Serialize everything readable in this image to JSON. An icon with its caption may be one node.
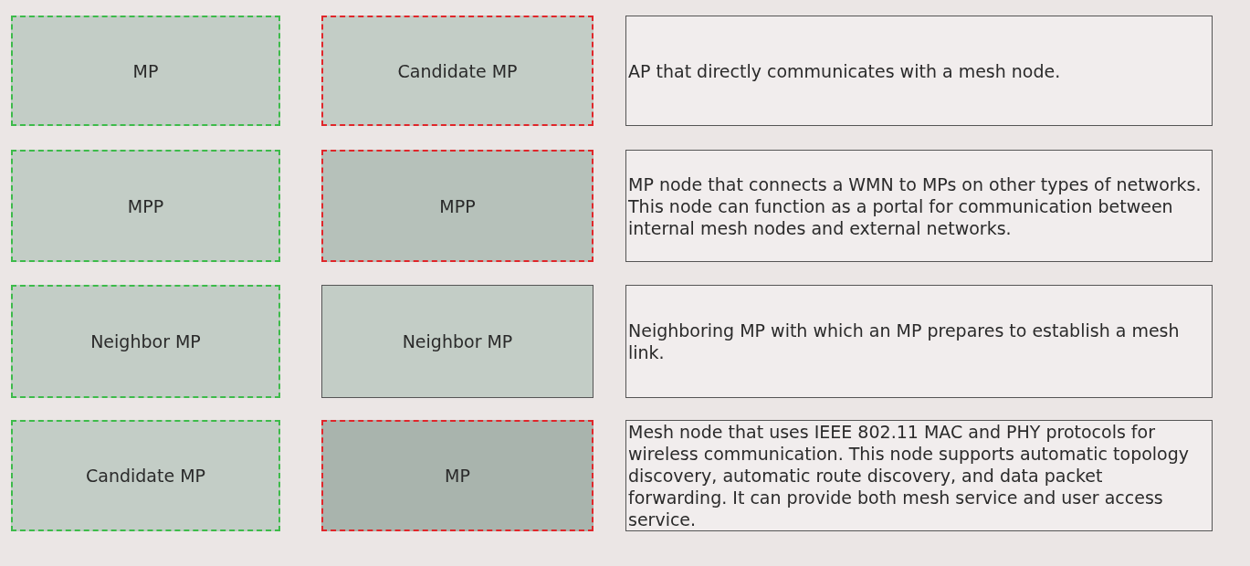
{
  "diagram": {
    "nodes": [
      {
        "text": [
          "MP"
        ]
      },
      {
        "text": [
          "Candidate MP"
        ]
      },
      {
        "text": [
          "AP that directly communicates with a mesh node."
        ]
      },
      {
        "text": [
          "MPP"
        ]
      },
      {
        "text": [
          "MPP"
        ]
      },
      {
        "text": [
          "MP node that connects a WMN to MPs on other types of networks. This node can function as a portal for communication between internal mesh nodes and external networks."
        ]
      },
      {
        "text": [
          "Neighbor MP"
        ]
      },
      {
        "text": [
          "Neighbor MP"
        ]
      },
      {
        "text": [
          "Neighboring MP with which an MP prepares to establish a mesh link."
        ]
      },
      {
        "text": [
          "Candidate MP"
        ]
      },
      {
        "text": [
          "MP"
        ]
      },
      {
        "text": [
          "Mesh node that uses IEEE 802.11 MAC and PHY protocols for wireless communication. This node supports automatic topology discovery, automatic route discovery, and data packet forwarding. It can provide both mesh service and user access service."
        ]
      }
    ],
    "edges": []
  }
}
